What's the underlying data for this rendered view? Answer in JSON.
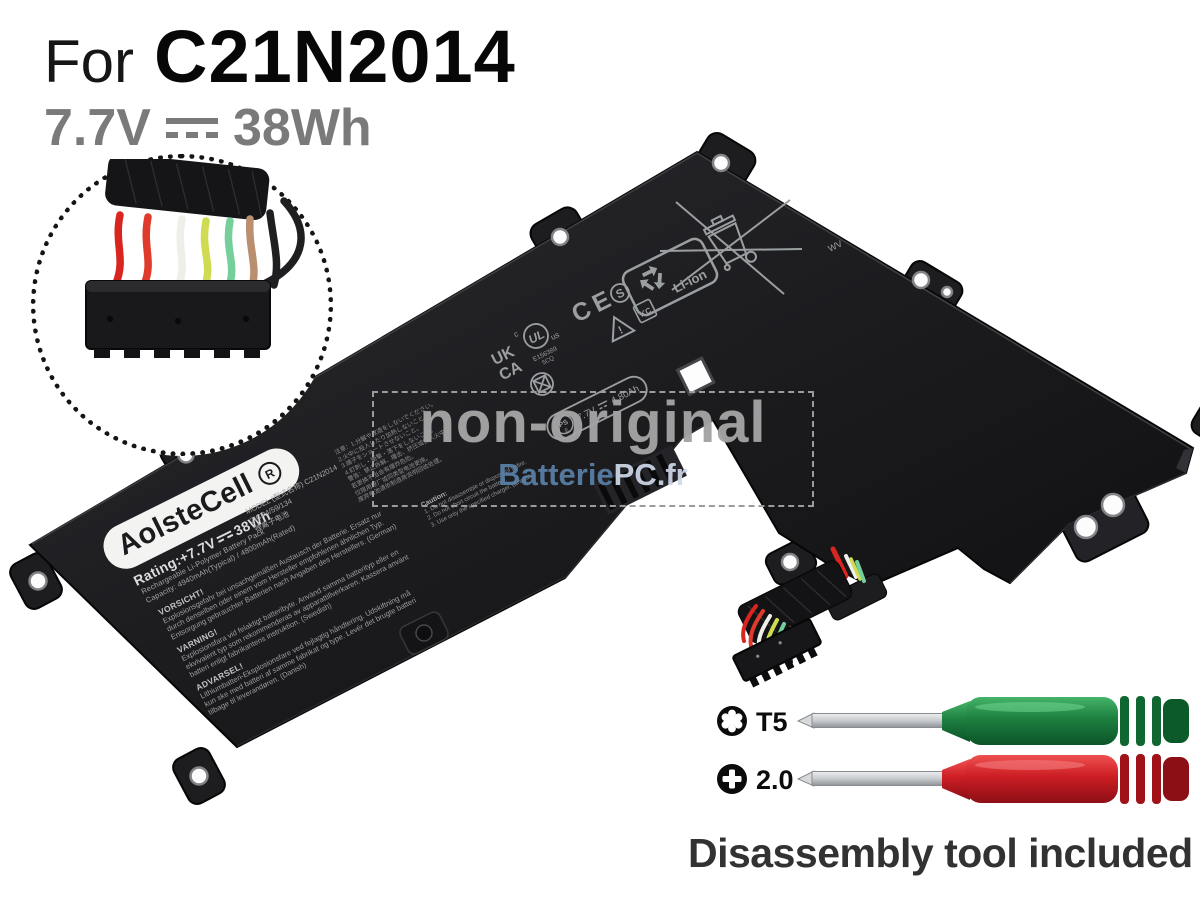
{
  "header": {
    "for_label": "For",
    "model": "C21N2014",
    "voltage": "7.7V",
    "capacity_wh": "38Wh"
  },
  "watermark": {
    "text": "non-original",
    "brand_blue": "Batterie",
    "brand_rest": "PC.fr"
  },
  "battery_label": {
    "brand": "AolsteCell",
    "reg_mark": "R",
    "rating_left": "Rating:+7.7V",
    "rating_right": "38Wh",
    "line1": "Rechargeable Li-Polymer Battery Pack",
    "line2": "Capacity: 4940mAh(Typical) / 4800mAh(Rated)",
    "model_line1": "MODEL (型式名称) C21N2014",
    "model_line2": "2ICP4/59/134",
    "model_line3": "锂离子电池",
    "warnings": [
      {
        "title": "VORSICHT!",
        "l1": "Explosionsgefahr bei unsachgemäßen Austausch der Batterie. Ersatz nur",
        "l2": "durch denselben oder einem vom Hersteller empfohlenen ähnlichen Typ.",
        "l3": "Entsorgung gebrauchter Batterien nach Angaben des Herstellers. (German)"
      },
      {
        "title": "VARNING!",
        "l1": "Explosionsfara vid felaktigt batteribyte. Använd samma batterityp eller en",
        "l2": "ekvivalent typ som rekommenderas av apparattillverkaren. Kassera använt",
        "l3": "batteri enligt fabrikantens instruktion. (Swedish)"
      },
      {
        "title": "ADVARSEL!",
        "l1": "Lithiumbatteri-Eksplosionsfare ved fejlagtig håndtering. Udskiftning må",
        "l2": "kun ske med batteri af samme fabrikat og type. Levér det brugte batteri",
        "l3": "tilbage til leverandøren. (Danish)"
      }
    ],
    "cjk_lines": [
      "注意：1.分解や改造をしないでください。",
      "2.火中に投入したり加熱しないこと。",
      "3.端子をショートさせないこと。",
      "4.釘刺し・衝撃・落下をしないこと。",
      "警告：禁止拆解、撞击、挤压或投入火中。",
      "若更换不当会有爆炸危险。",
      "仅限用原厂或同类型电池更换。",
      "废弃电池请依制造商说明回收处理。"
    ],
    "caution_title": "Caution:",
    "caution_l1": "1. Do not disassemble or dispose of in fire.",
    "caution_l2": "2. Do not short circuit the battery.",
    "caution_l3": "3. Use only the specified charger. (English)",
    "ps_volt": "7.7V",
    "ps_cap": "4.80Ah",
    "ps_mark": "PS",
    "ps_mark2": "E",
    "certs": {
      "ukca_top": "UK",
      "ukca_bot": "CA",
      "ul": "UL",
      "ul_c": "c",
      "ul_us": "us",
      "ul_file": "E156389",
      "ul_file2": "5CQ",
      "ce": "CE",
      "s_mark": "S",
      "warn_mark": "!",
      "kc": "KC",
      "liion": "Li-ion",
      "wv": "WV"
    }
  },
  "tools": {
    "torx_label": "T5",
    "phillips_label": "2.0",
    "caption": "Disassembly tool included"
  },
  "colors": {
    "wire_red": "#d8251f",
    "wire_red2": "#e03a2c",
    "wire_white": "#efefe9",
    "wire_yellow": "#cfdc52",
    "wire_green": "#74cf9b",
    "wire_tan": "#b98f70",
    "wire_black": "#1f1f22",
    "tool_green": "#1d8040",
    "tool_green_dark": "#0c5428",
    "tool_green_light": "#45b368",
    "tool_red": "#cc1d24",
    "tool_red_dark": "#8c0f15",
    "tool_red_light": "#ef5050",
    "shaft_silver": "#c9ccd0",
    "body_dark": "#151517",
    "print_gray": "#9b9fa1"
  }
}
